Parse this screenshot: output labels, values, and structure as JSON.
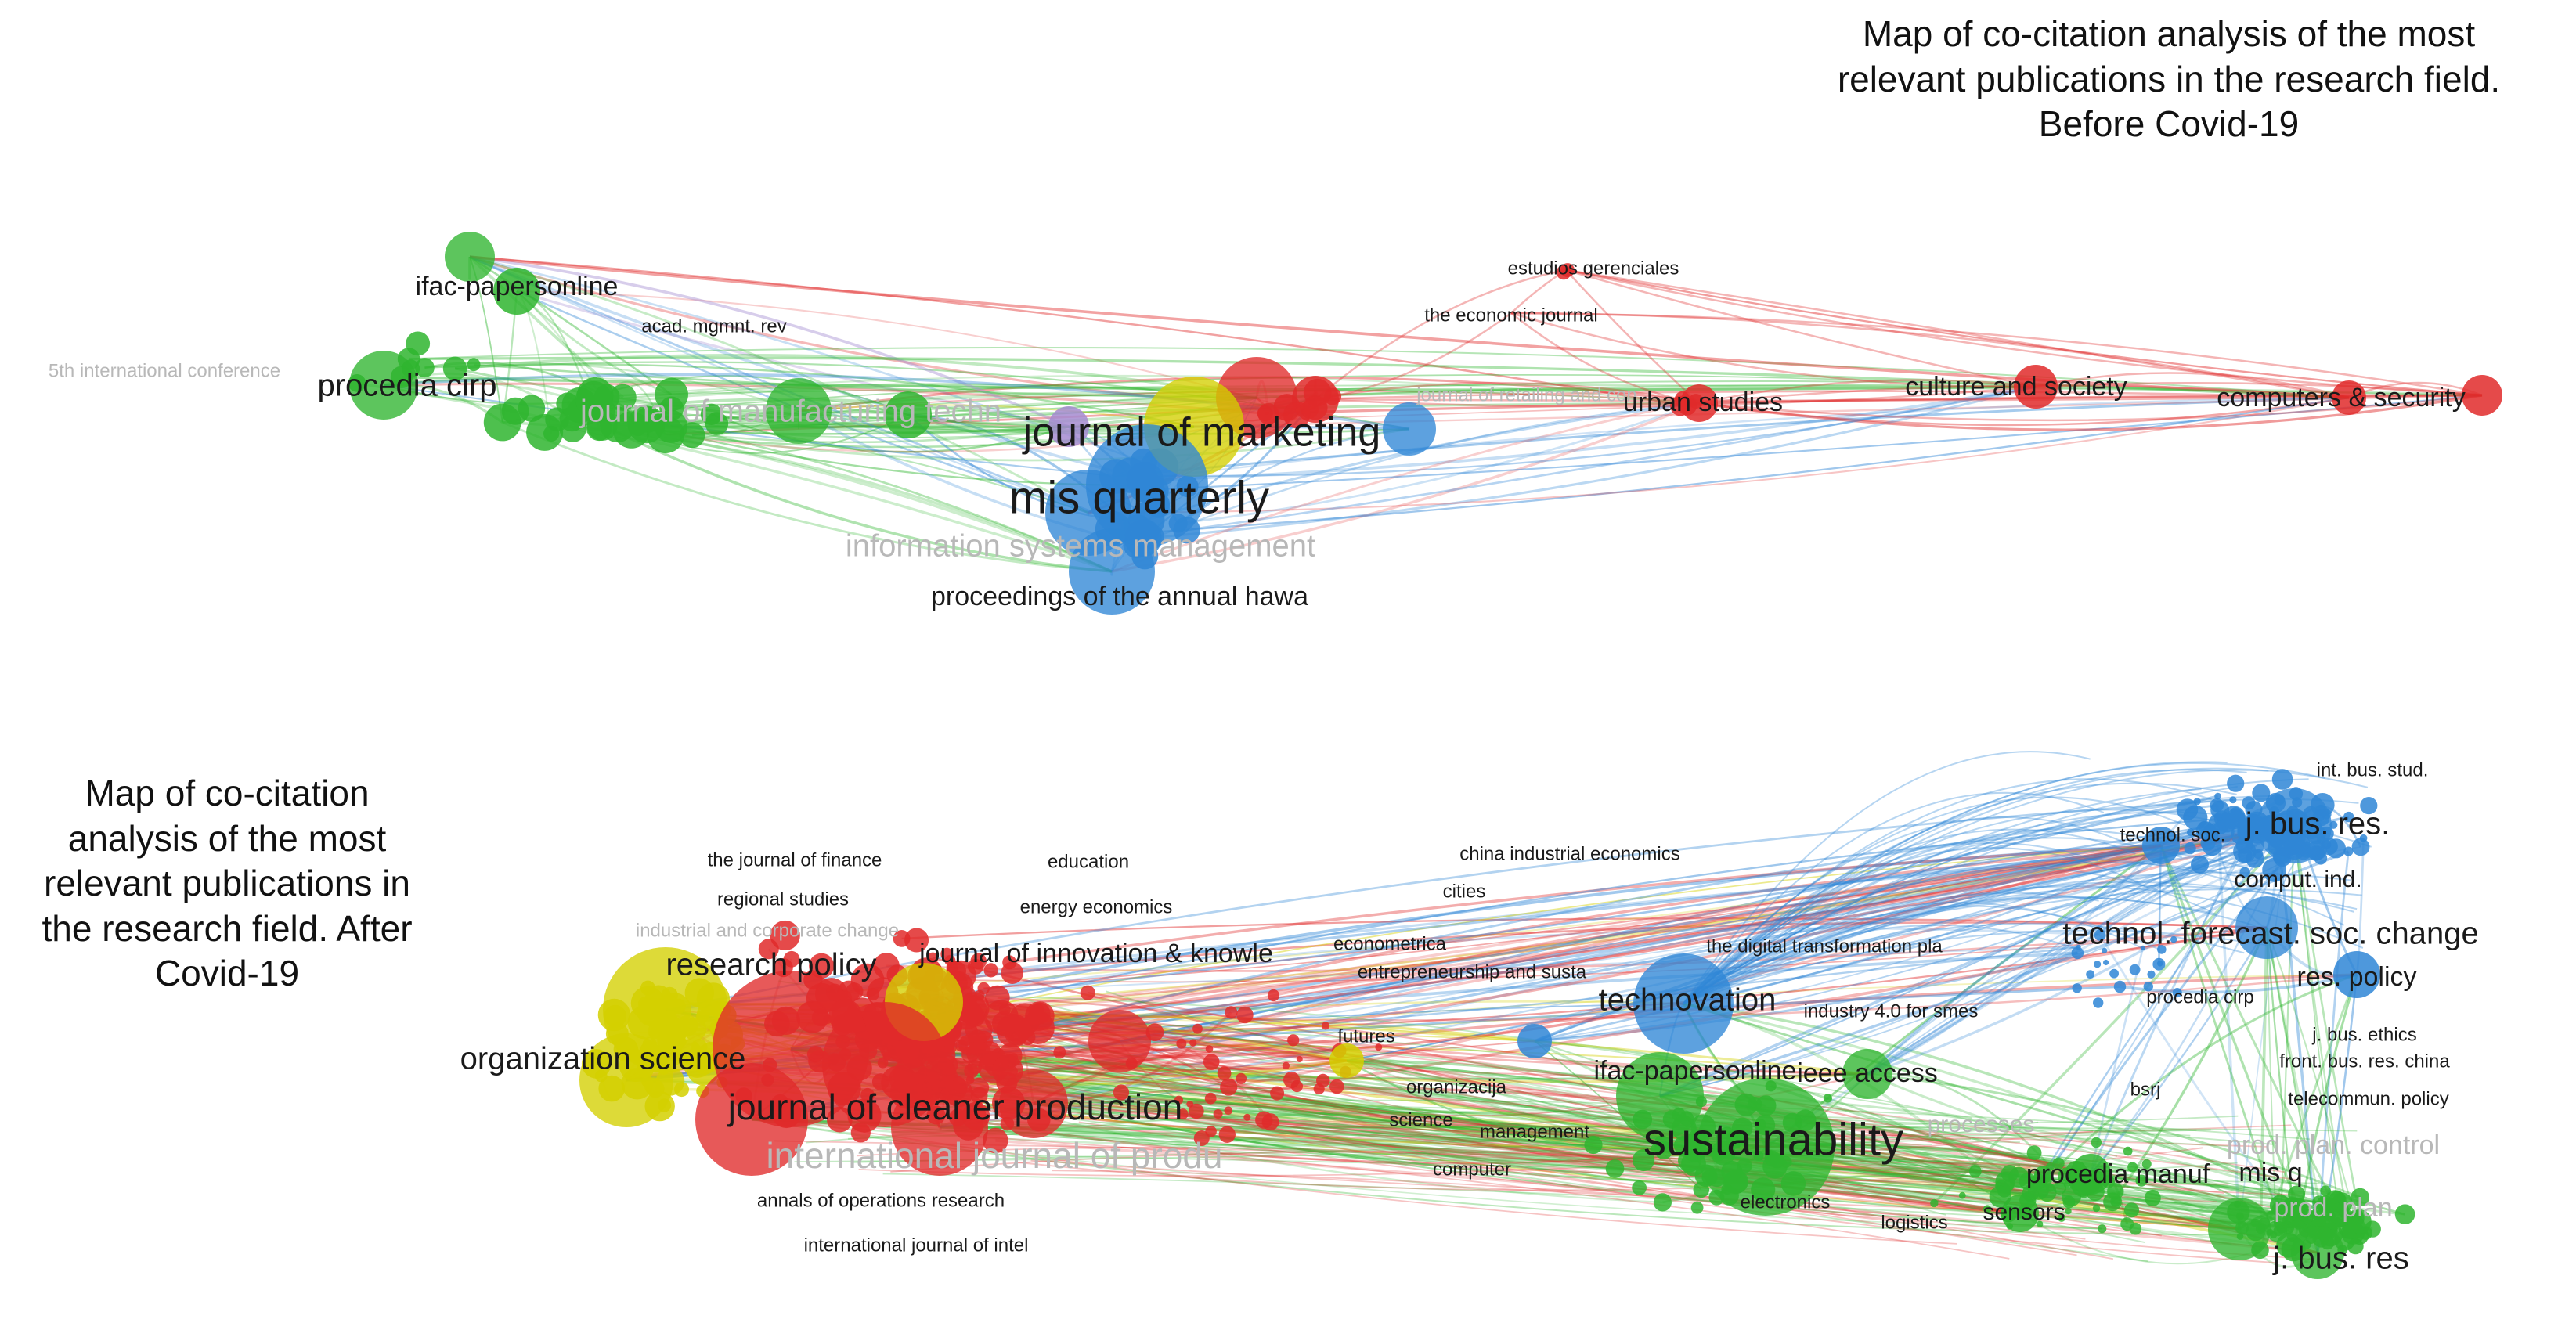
{
  "colors": {
    "red": "#e02a2a",
    "green": "#2fb52f",
    "blue": "#2f86d6",
    "yellow": "#d4d000",
    "purple": "#a48bd0",
    "label": "#1a1a1a",
    "faded_label": "#b8b8b8",
    "background": "#ffffff"
  },
  "captions": {
    "before": {
      "line1": "Map of co-citation analysis of the most",
      "line2": "relevant publications in the research field.",
      "line3": "Before Covid-19"
    },
    "after": {
      "line1": "Map of co-citation",
      "line2": "analysis of the most",
      "line3": "relevant publications in",
      "line4": "the research field. After",
      "line5": "Covid-19"
    }
  },
  "maps": [
    {
      "id": "before",
      "labels": [
        {
          "text": "ifac-papersonline",
          "cluster": "green",
          "weight": 3,
          "faded": false
        },
        {
          "text": "acad. mgmnt. rev",
          "cluster": "green",
          "weight": 1,
          "faded": false
        },
        {
          "text": "5th international conference",
          "cluster": "green",
          "weight": 1,
          "faded": true
        },
        {
          "text": "procedia cirp",
          "cluster": "green",
          "weight": 4,
          "faded": false
        },
        {
          "text": "journal of manufacturing techn",
          "cluster": "green",
          "weight": 4,
          "faded": true
        },
        {
          "text": "journal of marketing",
          "cluster": "yellow",
          "weight": 6,
          "faded": false
        },
        {
          "text": "mis quarterly",
          "cluster": "blue",
          "weight": 7,
          "faded": false
        },
        {
          "text": "information systems management",
          "cluster": "blue",
          "weight": 4,
          "faded": true
        },
        {
          "text": "proceedings of the annual hawa",
          "cluster": "blue",
          "weight": 3,
          "faded": false
        },
        {
          "text": "estudios gerenciales",
          "cluster": "red",
          "weight": 1,
          "faded": false
        },
        {
          "text": "the economic journal",
          "cluster": "red",
          "weight": 1,
          "faded": false
        },
        {
          "text": "journal of retailing and con",
          "cluster": "red",
          "weight": 1,
          "faded": true
        },
        {
          "text": "urban studies",
          "cluster": "red",
          "weight": 3,
          "faded": false
        },
        {
          "text": "culture and society",
          "cluster": "red",
          "weight": 3,
          "faded": false
        },
        {
          "text": "computers & security",
          "cluster": "red",
          "weight": 3,
          "faded": false
        }
      ]
    },
    {
      "id": "after",
      "labels": [
        {
          "text": "the journal of finance",
          "cluster": "red",
          "weight": 1,
          "faded": false
        },
        {
          "text": "education",
          "cluster": "red",
          "weight": 1,
          "faded": false
        },
        {
          "text": "regional studies",
          "cluster": "red",
          "weight": 1,
          "faded": false
        },
        {
          "text": "energy economics",
          "cluster": "red",
          "weight": 1,
          "faded": false
        },
        {
          "text": "industrial and corporate change",
          "cluster": "yellow",
          "weight": 1,
          "faded": true
        },
        {
          "text": "research policy",
          "cluster": "yellow",
          "weight": 4,
          "faded": false
        },
        {
          "text": "journal of innovation & knowle",
          "cluster": "red",
          "weight": 3,
          "faded": false
        },
        {
          "text": "organization science",
          "cluster": "yellow",
          "weight": 4,
          "faded": false
        },
        {
          "text": "journal of cleaner production",
          "cluster": "red",
          "weight": 5,
          "faded": false
        },
        {
          "text": "international journal of produ",
          "cluster": "red",
          "weight": 5,
          "faded": true
        },
        {
          "text": "annals of operations research",
          "cluster": "red",
          "weight": 1,
          "faded": false
        },
        {
          "text": "international journal of intel",
          "cluster": "red",
          "weight": 1,
          "faded": false
        },
        {
          "text": "china industrial economics",
          "cluster": "red",
          "weight": 1,
          "faded": false
        },
        {
          "text": "cities",
          "cluster": "red",
          "weight": 1,
          "faded": false
        },
        {
          "text": "econometrica",
          "cluster": "red",
          "weight": 1,
          "faded": false
        },
        {
          "text": "entrepreneurship and susta",
          "cluster": "red",
          "weight": 1,
          "faded": false
        },
        {
          "text": "futures",
          "cluster": "red",
          "weight": 1,
          "faded": false
        },
        {
          "text": "organizacija",
          "cluster": "green",
          "weight": 1,
          "faded": false
        },
        {
          "text": "science",
          "cluster": "red",
          "weight": 1,
          "faded": false
        },
        {
          "text": "management",
          "cluster": "green",
          "weight": 1,
          "faded": false
        },
        {
          "text": "computer",
          "cluster": "green",
          "weight": 1,
          "faded": false
        },
        {
          "text": "technovation",
          "cluster": "blue",
          "weight": 4,
          "faded": false
        },
        {
          "text": "the digital transformation pla",
          "cluster": "blue",
          "weight": 1,
          "faded": false
        },
        {
          "text": "industry 4.0 for smes",
          "cluster": "blue",
          "weight": 1,
          "faded": false
        },
        {
          "text": "ifac-papersonline",
          "cluster": "green",
          "weight": 3,
          "faded": false
        },
        {
          "text": "ieee access",
          "cluster": "green",
          "weight": 3,
          "faded": false
        },
        {
          "text": "sustainability",
          "cluster": "green",
          "weight": 7,
          "faded": false
        },
        {
          "text": "electronics",
          "cluster": "green",
          "weight": 1,
          "faded": false
        },
        {
          "text": "logistics",
          "cluster": "green",
          "weight": 1,
          "faded": false
        },
        {
          "text": "sensors",
          "cluster": "green",
          "weight": 2,
          "faded": false
        },
        {
          "text": "processes",
          "cluster": "green",
          "weight": 2,
          "faded": true
        },
        {
          "text": "procedia manuf",
          "cluster": "green",
          "weight": 3,
          "faded": false
        },
        {
          "text": "mis q",
          "cluster": "green",
          "weight": 3,
          "faded": false
        },
        {
          "text": "j. bus. res",
          "cluster": "green",
          "weight": 4,
          "faded": false
        },
        {
          "text": "int. bus. stud.",
          "cluster": "blue",
          "weight": 1,
          "faded": false
        },
        {
          "text": "j. bus. res.",
          "cluster": "blue",
          "weight": 4,
          "faded": false
        },
        {
          "text": "technol. soc.",
          "cluster": "blue",
          "weight": 1,
          "faded": false
        },
        {
          "text": "comput. ind.",
          "cluster": "blue",
          "weight": 2,
          "faded": false
        },
        {
          "text": "technol. forecast. soc. change",
          "cluster": "blue",
          "weight": 4,
          "faded": false
        },
        {
          "text": "res. policy",
          "cluster": "blue",
          "weight": 3,
          "faded": false
        },
        {
          "text": "procedia cirp",
          "cluster": "green",
          "weight": 1,
          "faded": false
        },
        {
          "text": "j. bus. ethics",
          "cluster": "blue",
          "weight": 1,
          "faded": false
        },
        {
          "text": "front. bus. res. china",
          "cluster": "blue",
          "weight": 1,
          "faded": false
        },
        {
          "text": "bsrj",
          "cluster": "blue",
          "weight": 1,
          "faded": false
        },
        {
          "text": "telecommun. policy",
          "cluster": "green",
          "weight": 1,
          "faded": false
        },
        {
          "text": "prod. plan. control",
          "cluster": "green",
          "weight": 3,
          "faded": true
        },
        {
          "text": "prod. plan",
          "cluster": "green",
          "weight": 3,
          "faded": true
        }
      ]
    }
  ]
}
